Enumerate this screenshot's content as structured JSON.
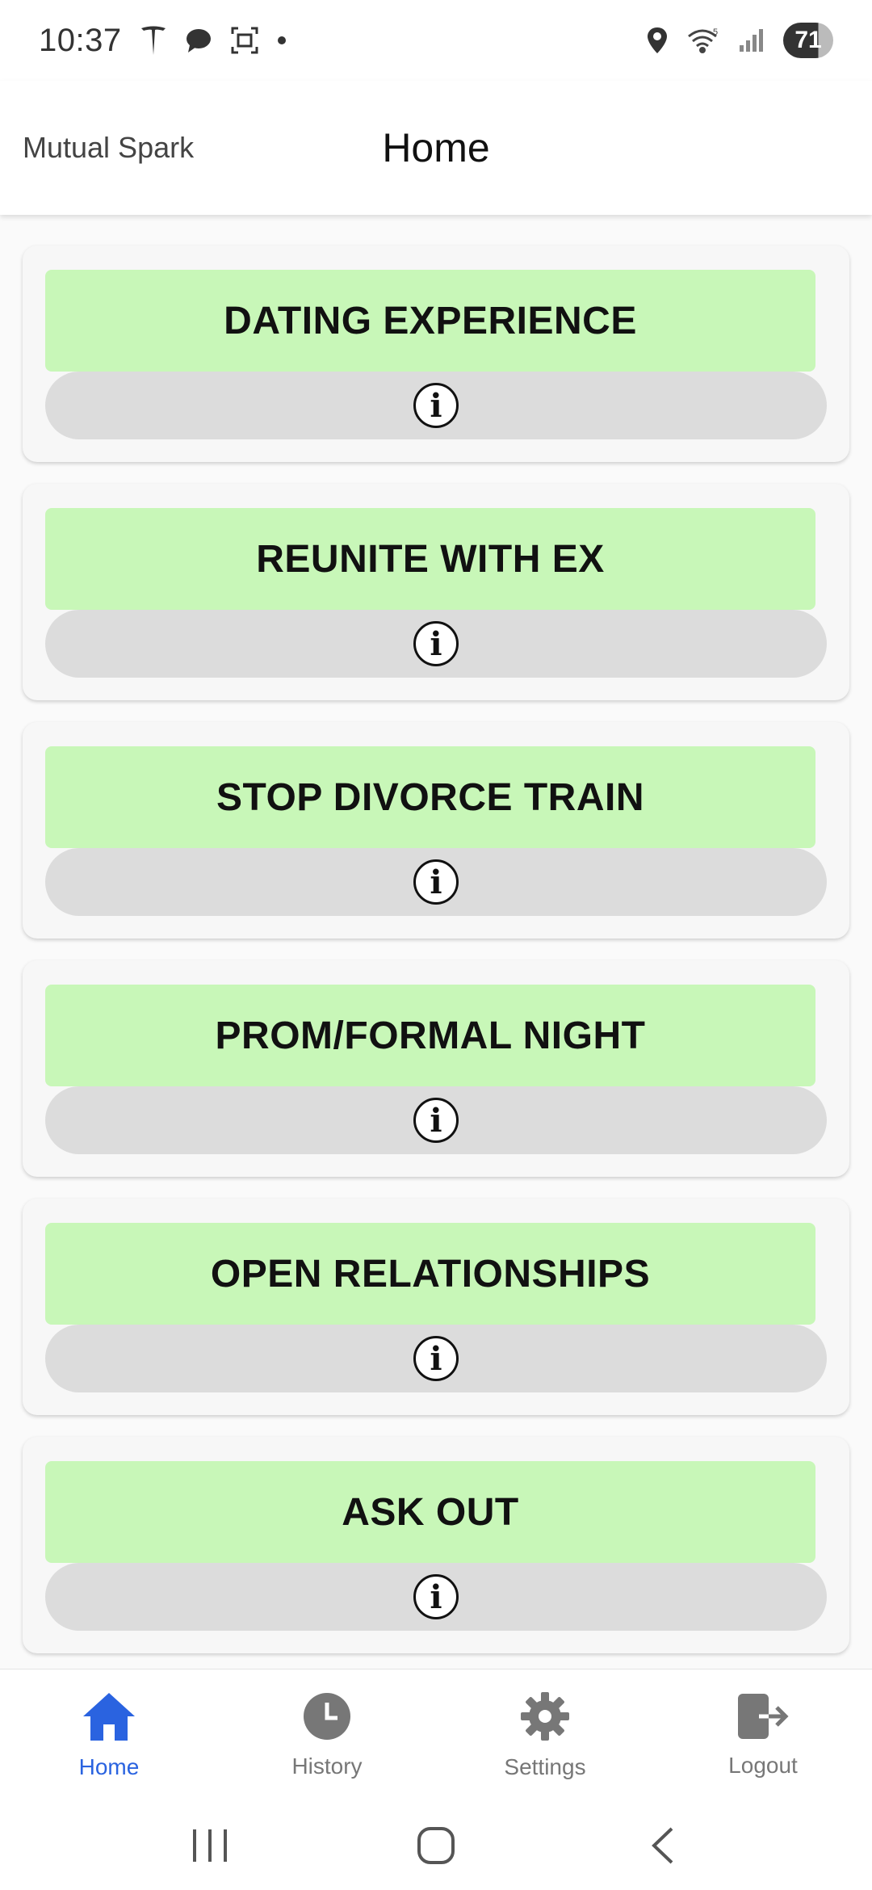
{
  "status_bar": {
    "time": "10:37",
    "battery": "71",
    "icons_left": [
      "tesla-icon",
      "chat-bubble-icon",
      "screenshot-icon",
      "dot-icon"
    ],
    "icons_right": [
      "location-icon",
      "wifi-icon",
      "signal-icon",
      "battery-icon"
    ]
  },
  "app_bar": {
    "app_name": "Mutual Spark",
    "title": "Home"
  },
  "cards": [
    {
      "title": "DATING EXPERIENCE"
    },
    {
      "title": "REUNITE WITH EX"
    },
    {
      "title": "STOP DIVORCE TRAIN"
    },
    {
      "title": "PROM/FORMAL NIGHT"
    },
    {
      "title": "OPEN RELATIONSHIPS"
    },
    {
      "title": "ASK OUT"
    }
  ],
  "info_glyph": "i",
  "bottom_nav": {
    "items": [
      {
        "label": "Home",
        "icon": "home-icon",
        "active": true
      },
      {
        "label": "History",
        "icon": "clock-icon",
        "active": false
      },
      {
        "label": "Settings",
        "icon": "gear-icon",
        "active": false
      },
      {
        "label": "Logout",
        "icon": "logout-icon",
        "active": false
      }
    ]
  },
  "colors": {
    "card_title_bg": "#c8f7b8",
    "info_bar_bg": "#dcdcdc",
    "nav_active": "#2a63e0",
    "nav_inactive": "#777777"
  }
}
